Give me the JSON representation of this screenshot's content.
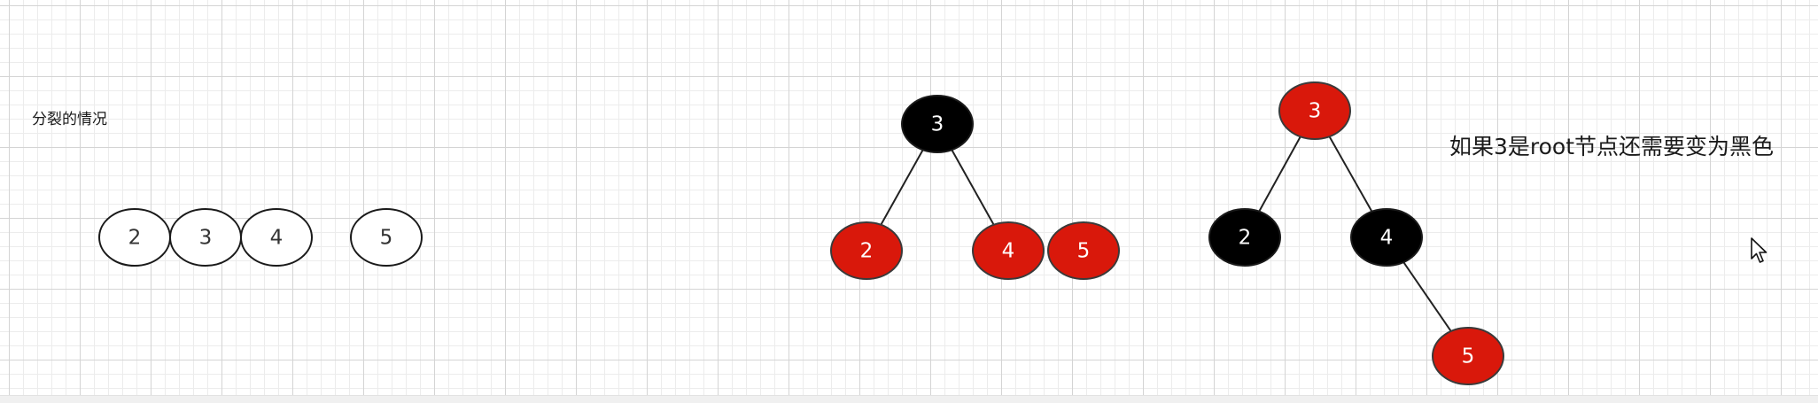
{
  "labels": {
    "split_case": "分裂的情况",
    "root_note": "如果3是root节点还需要变为黑色"
  },
  "colors": {
    "red": "#d9180b",
    "black": "#000000",
    "white": "#ffffff",
    "edge": "#222222"
  },
  "groups": [
    {
      "id": "b-tree-node",
      "nodes": [
        {
          "id": "bt-2",
          "label": "2",
          "fill": "white"
        },
        {
          "id": "bt-3",
          "label": "3",
          "fill": "white"
        },
        {
          "id": "bt-4",
          "label": "4",
          "fill": "white"
        },
        {
          "id": "bt-5",
          "label": "5",
          "fill": "white"
        }
      ],
      "edges": []
    },
    {
      "id": "rb-tree-before",
      "nodes": [
        {
          "id": "a-3",
          "label": "3",
          "fill": "black"
        },
        {
          "id": "a-2",
          "label": "2",
          "fill": "red"
        },
        {
          "id": "a-4",
          "label": "4",
          "fill": "red"
        },
        {
          "id": "a-5",
          "label": "5",
          "fill": "red"
        }
      ],
      "edges": [
        {
          "from": "a-3",
          "to": "a-2"
        },
        {
          "from": "a-3",
          "to": "a-4"
        }
      ]
    },
    {
      "id": "rb-tree-after",
      "nodes": [
        {
          "id": "b-3",
          "label": "3",
          "fill": "red"
        },
        {
          "id": "b-2",
          "label": "2",
          "fill": "black"
        },
        {
          "id": "b-4",
          "label": "4",
          "fill": "black"
        },
        {
          "id": "b-5",
          "label": "5",
          "fill": "red"
        }
      ],
      "edges": [
        {
          "from": "b-3",
          "to": "b-2"
        },
        {
          "from": "b-3",
          "to": "b-4"
        },
        {
          "from": "b-4",
          "to": "b-5"
        }
      ]
    }
  ]
}
